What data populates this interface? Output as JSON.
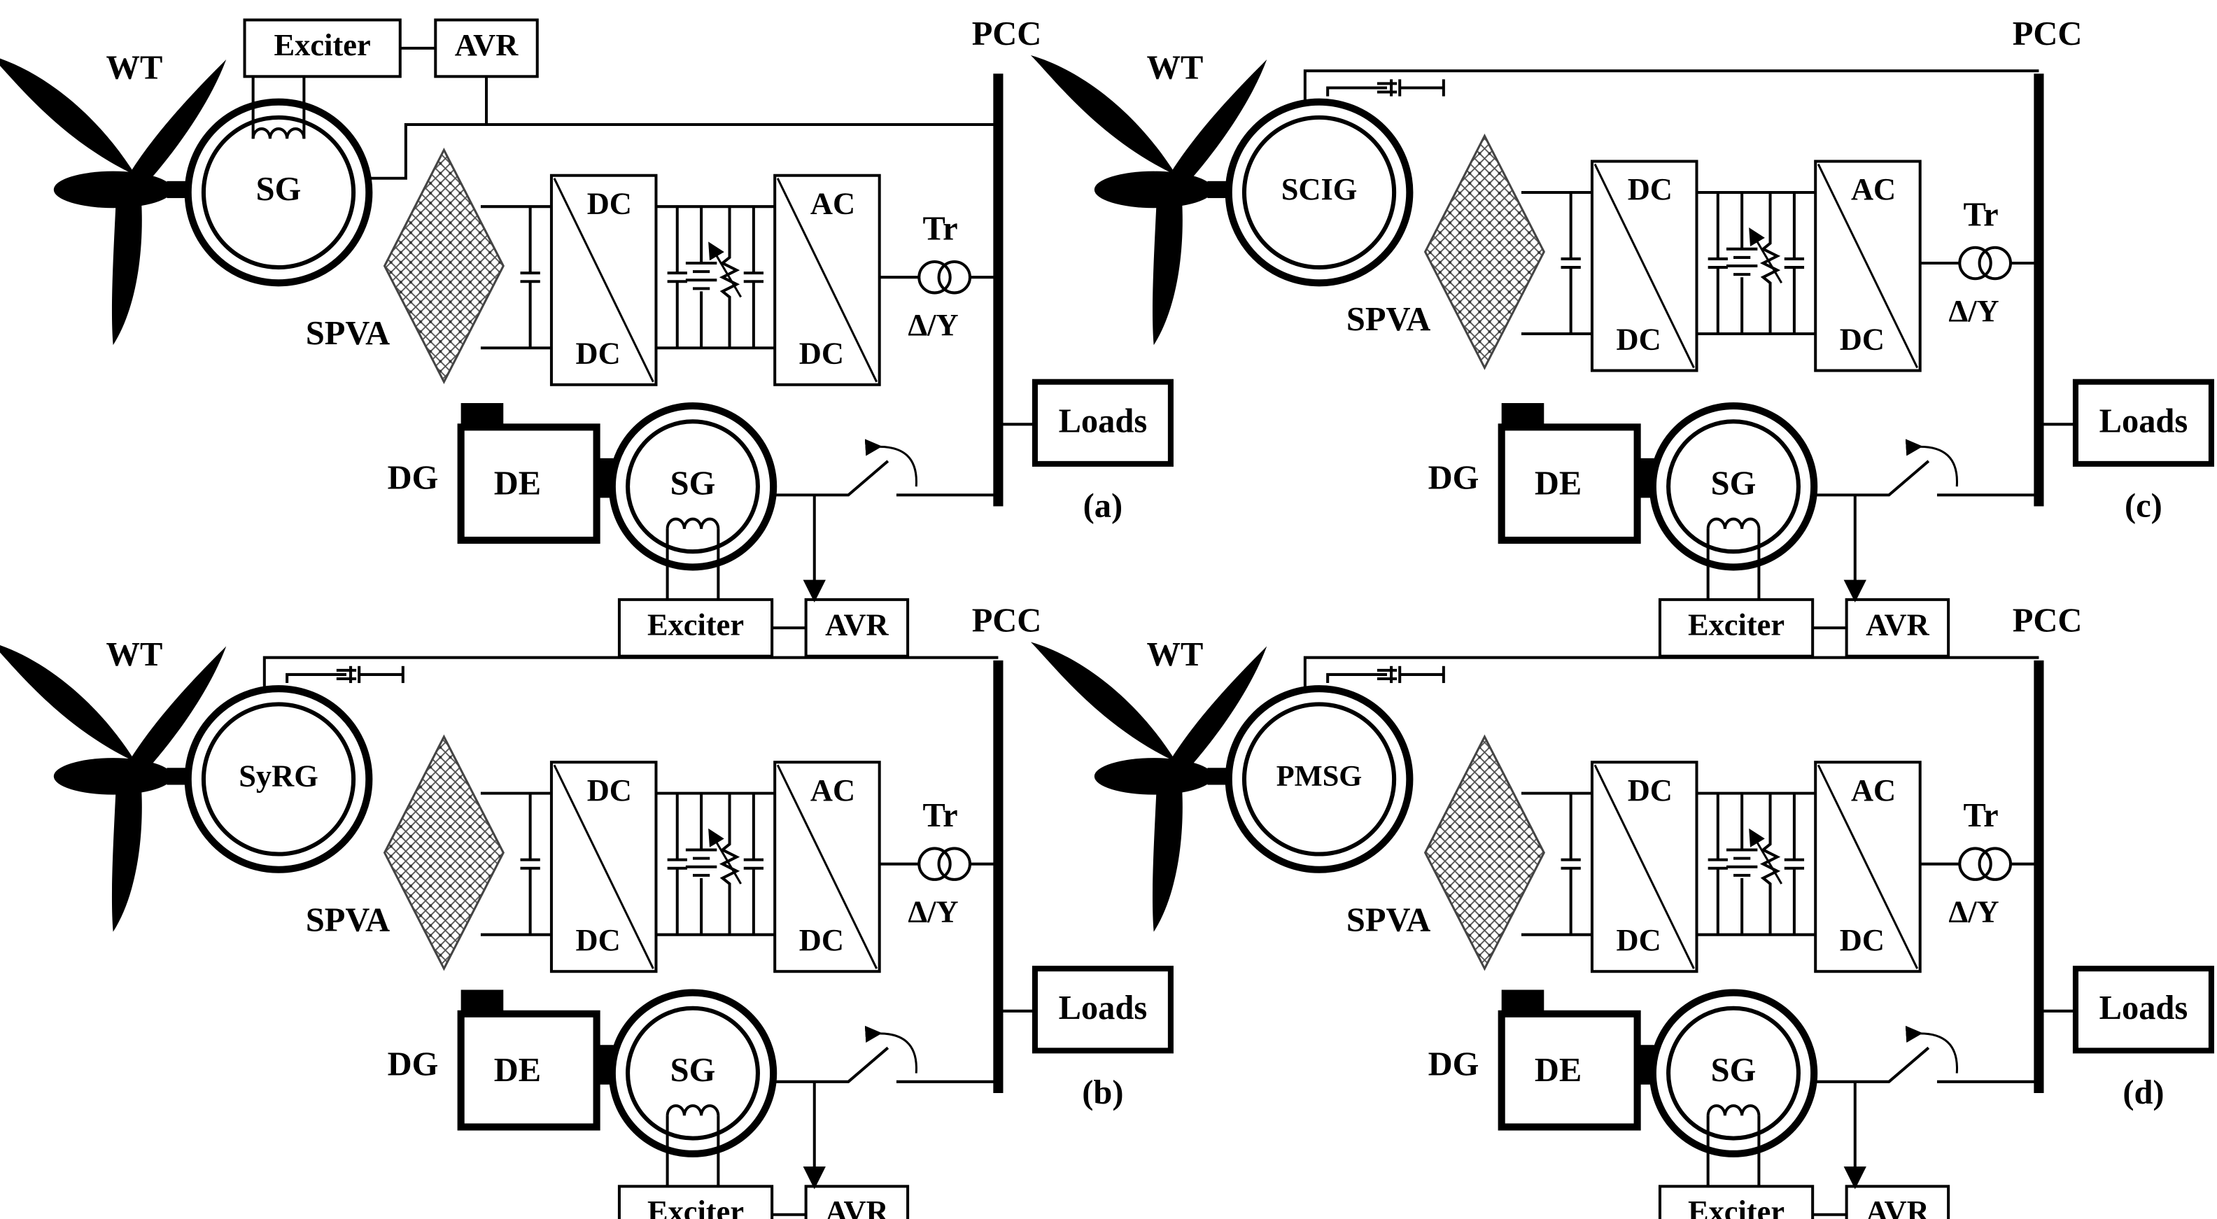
{
  "colors": {
    "line": "#000000",
    "caption": "#e00000",
    "background": "#ffffff"
  },
  "panels": [
    {
      "id": "a",
      "caption": "(a)",
      "turbine_label": "WT",
      "generator_label": "SG",
      "top_exciter_label": "Exciter",
      "top_avr_label": "AVR",
      "pv_label": "SPVA",
      "dcdc_top": "DC",
      "dcdc_bottom": "DC",
      "acdc_top": "AC",
      "acdc_bottom": "DC",
      "transformer_label": "Tr",
      "transformer_conn": "Δ/Y",
      "pcc_label": "PCC",
      "loads_label": "Loads",
      "dg_label": "DG",
      "engine_label": "DE",
      "dg_generator_label": "SG",
      "exciter_label": "Exciter",
      "avr_label": "AVR"
    },
    {
      "id": "b",
      "caption": "(b)",
      "turbine_label": "WT",
      "generator_label": "SyRG",
      "pv_label": "SPVA",
      "dcdc_top": "DC",
      "dcdc_bottom": "DC",
      "acdc_top": "AC",
      "acdc_bottom": "DC",
      "transformer_label": "Tr",
      "transformer_conn": "Δ/Y",
      "pcc_label": "PCC",
      "loads_label": "Loads",
      "dg_label": "DG",
      "engine_label": "DE",
      "dg_generator_label": "SG",
      "exciter_label": "Exciter",
      "avr_label": "AVR"
    },
    {
      "id": "c",
      "caption": "(c)",
      "turbine_label": "WT",
      "generator_label": "SCIG",
      "pv_label": "SPVA",
      "dcdc_top": "DC",
      "dcdc_bottom": "DC",
      "acdc_top": "AC",
      "acdc_bottom": "DC",
      "transformer_label": "Tr",
      "transformer_conn": "Δ/Y",
      "pcc_label": "PCC",
      "loads_label": "Loads",
      "dg_label": "DG",
      "engine_label": "DE",
      "dg_generator_label": "SG",
      "exciter_label": "Exciter",
      "avr_label": "AVR"
    },
    {
      "id": "d",
      "caption": "(d)",
      "turbine_label": "WT",
      "generator_label": "PMSG",
      "pv_label": "SPVA",
      "dcdc_top": "DC",
      "dcdc_bottom": "DC",
      "acdc_top": "AC",
      "acdc_bottom": "DC",
      "transformer_label": "Tr",
      "transformer_conn": "Δ/Y",
      "pcc_label": "PCC",
      "loads_label": "Loads",
      "dg_label": "DG",
      "engine_label": "DE",
      "dg_generator_label": "SG",
      "exciter_label": "Exciter",
      "avr_label": "AVR"
    }
  ]
}
